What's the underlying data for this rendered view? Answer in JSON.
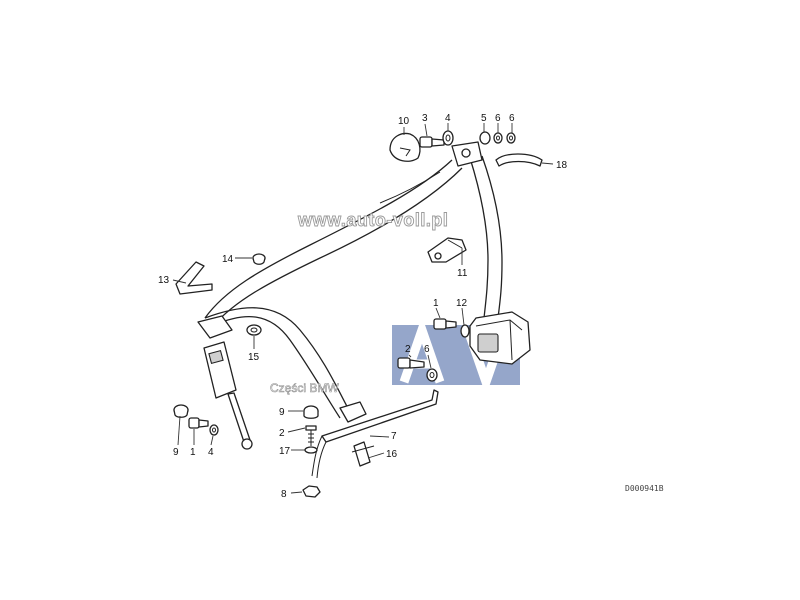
{
  "watermarks": {
    "url": "www.auto-voll.pl",
    "shop": "Części BMW",
    "logo_letters": [
      "A",
      "V"
    ],
    "logo_color": "#8a9cc4"
  },
  "reference_code": "D000941B",
  "callouts": {
    "c1": "1",
    "c1b": "1",
    "c2": "2",
    "c2b": "2",
    "c3": "3",
    "c4": "4",
    "c4b": "4",
    "c5": "5",
    "c6": "6",
    "c6b": "6",
    "c7": "7",
    "c8": "8",
    "c9": "9",
    "c9b": "9",
    "c10": "10",
    "c11": "11",
    "c12": "12",
    "c13": "13",
    "c14": "14",
    "c15": "15",
    "c16": "16",
    "c17": "17",
    "c18": "18"
  }
}
